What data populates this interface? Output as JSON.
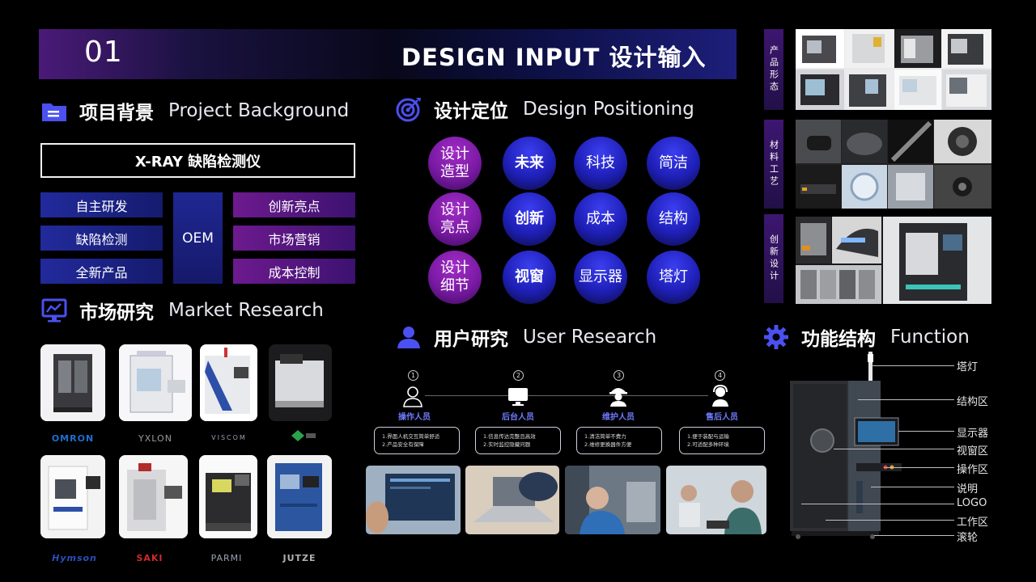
{
  "header": {
    "number": "01",
    "title": "DESIGN INPUT  设计输入"
  },
  "background": {
    "heading_zh": "项目背景",
    "heading_en": "Project Background",
    "product": "X-RAY 缺陷检测仪",
    "left_tags": [
      "自主研发",
      "缺陷检测",
      "全新产品"
    ],
    "center_tag": "OEM",
    "right_tags": [
      "创新亮点",
      "市场营销",
      "成本控制"
    ]
  },
  "market": {
    "heading_zh": "市场研究",
    "heading_en": "Market Research",
    "brands": [
      "OMRON",
      "YXLON",
      "VISCOM",
      "",
      "Hymson",
      "SAKI",
      "PARMI",
      "JUTZE"
    ]
  },
  "positioning": {
    "heading_zh": "设计定位",
    "heading_en": "Design Positioning",
    "rows": [
      {
        "category": "设计造型",
        "items": [
          "未来",
          "科技",
          "简洁"
        ]
      },
      {
        "category": "设计亮点",
        "items": [
          "创新",
          "成本",
          "结构"
        ]
      },
      {
        "category": "设计细节",
        "items": [
          "视窗",
          "显示器",
          "塔灯"
        ]
      }
    ]
  },
  "moodboard": {
    "labels": [
      "产品形态",
      "材料工艺",
      "创新设计"
    ]
  },
  "user": {
    "heading_zh": "用户研究",
    "heading_en": "User Research",
    "roles": [
      {
        "num": "1",
        "name": "操作人员",
        "lines": [
          "1.界面人机交互简单舒适",
          "2.产品安全有保障"
        ]
      },
      {
        "num": "2",
        "name": "后台人员",
        "lines": [
          "1.信息传达完整且高效",
          "2.实时监控隐藏问题"
        ]
      },
      {
        "num": "3",
        "name": "维护人员",
        "lines": [
          "1.清洁简单不费力",
          "2.维修更换器件方便"
        ]
      },
      {
        "num": "4",
        "name": "售后人员",
        "lines": [
          "1.便于装配与运输",
          "2.可适配多种环境"
        ]
      }
    ]
  },
  "function": {
    "heading_zh": "功能结构",
    "heading_en": "Function",
    "labels": [
      "塔灯",
      "结构区",
      "显示器",
      "视窗区",
      "操作区",
      "说明",
      "LOGO",
      "工作区",
      "滚轮"
    ]
  },
  "colors": {
    "accent_blue": "#2f34e0",
    "accent_purple": "#7a1aa4",
    "icon_blue": "#4b50f0"
  }
}
